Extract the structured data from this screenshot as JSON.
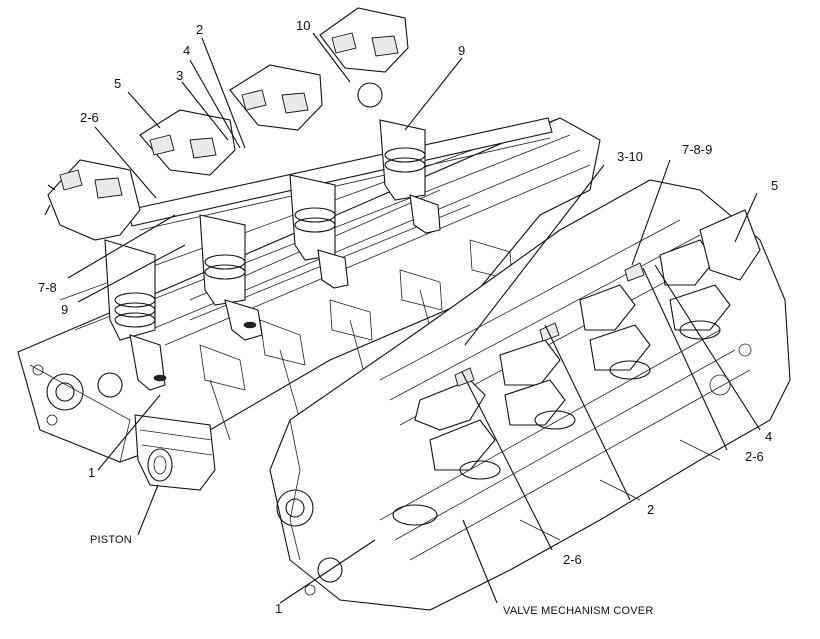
{
  "labels": {
    "l_2_top": "2",
    "l_10_top": "10",
    "l_4_top": "4",
    "l_9_top": "9",
    "l_5_left": "5",
    "l_3_top": "3",
    "l_2_6_left": "2-6",
    "l_3_10": "3-10",
    "l_7_8_9": "7-8-9",
    "l_5_right": "5",
    "l_7_8": "7-8",
    "l_9_left": "9",
    "l_4_right": "4",
    "l_2_6_right": "2-6",
    "l_1_left": "1",
    "l_2_right": "2",
    "l_piston": "PISTON",
    "l_2_6_bottom": "2-6",
    "l_1_bottom": "1",
    "l_valve_cover": "VALVE MECHANISM COVER"
  }
}
